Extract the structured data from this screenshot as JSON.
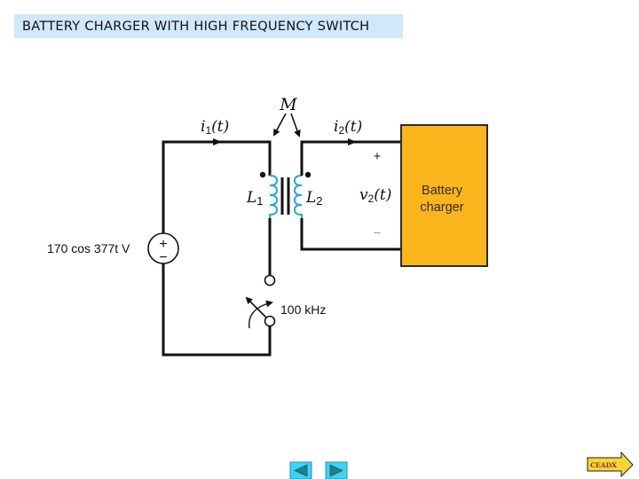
{
  "slide": {
    "title": "BATTERY CHARGER WITH HIGH FREQUENCY SWITCH"
  },
  "circuit": {
    "source": {
      "label": "170 cos 377t V",
      "plus": "+",
      "minus": "−"
    },
    "mutual_inductance": {
      "label": "M"
    },
    "currents": {
      "i1": {
        "sym": "i",
        "sub": "1",
        "arg": "(t)"
      },
      "i2": {
        "sym": "i",
        "sub": "2",
        "arg": "(t)"
      }
    },
    "inductors": {
      "L1": {
        "sym": "L",
        "sub": "1"
      },
      "L2": {
        "sym": "L",
        "sub": "2"
      }
    },
    "voltage": {
      "sym": "v",
      "sub": "2",
      "arg": "(t)",
      "plus": "+",
      "minus": "–"
    },
    "load": {
      "line1": "Battery",
      "line2": "charger"
    },
    "switch": {
      "label": "100 kHz"
    },
    "colors": {
      "wire": "#111111",
      "coil": "#29a7d6",
      "load_fill": "#f9b51b",
      "title_bg": "#cfe8fb"
    }
  },
  "navigation": {
    "prev": {
      "icon": "triangle-left-icon"
    },
    "next": {
      "icon": "triangle-right-icon"
    },
    "goto": {
      "label": "CEADX"
    },
    "colors": {
      "button_bg": "#3fd3f0",
      "arrow": "#1f7f8a",
      "goto_bg": "#f6d635",
      "goto_text": "#a0282a"
    }
  }
}
